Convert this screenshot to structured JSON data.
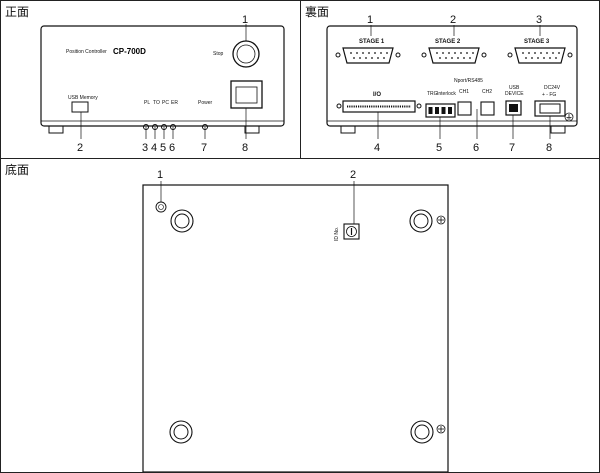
{
  "panels": {
    "front": "正面",
    "rear": "裏面",
    "bottom": "底面"
  },
  "front": {
    "title_small": "Position Controller",
    "model": "CP-700D",
    "stop_label": "Stop",
    "usb_label": "USB Memory",
    "led_labels": [
      "PL",
      "TO",
      "PC",
      "ER"
    ],
    "power_label": "Power",
    "callouts_top": [
      "1"
    ],
    "callouts_bottom": [
      "2",
      "3",
      "4",
      "5",
      "6",
      "7",
      "8"
    ]
  },
  "rear": {
    "stage_labels": [
      "STAGE 1",
      "STAGE 2",
      "STAGE 3"
    ],
    "io_label": "I/O",
    "trig_label": "TRG",
    "interlock_label": "Interlock",
    "rs_label": "Nport/RS485",
    "ch1_label": "CH1",
    "ch2_label": "CH2",
    "usb_label_line1": "USB",
    "usb_label_line2": "DEVICE",
    "dc_label": "DC24V",
    "dc_polarity": "+ -  FG",
    "callouts_top": [
      "1",
      "2",
      "3"
    ],
    "callouts_bottom": [
      "4",
      "5",
      "6",
      "7",
      "8"
    ]
  },
  "bottom": {
    "id_label": "ID No.",
    "callouts": [
      "1",
      "2"
    ]
  }
}
